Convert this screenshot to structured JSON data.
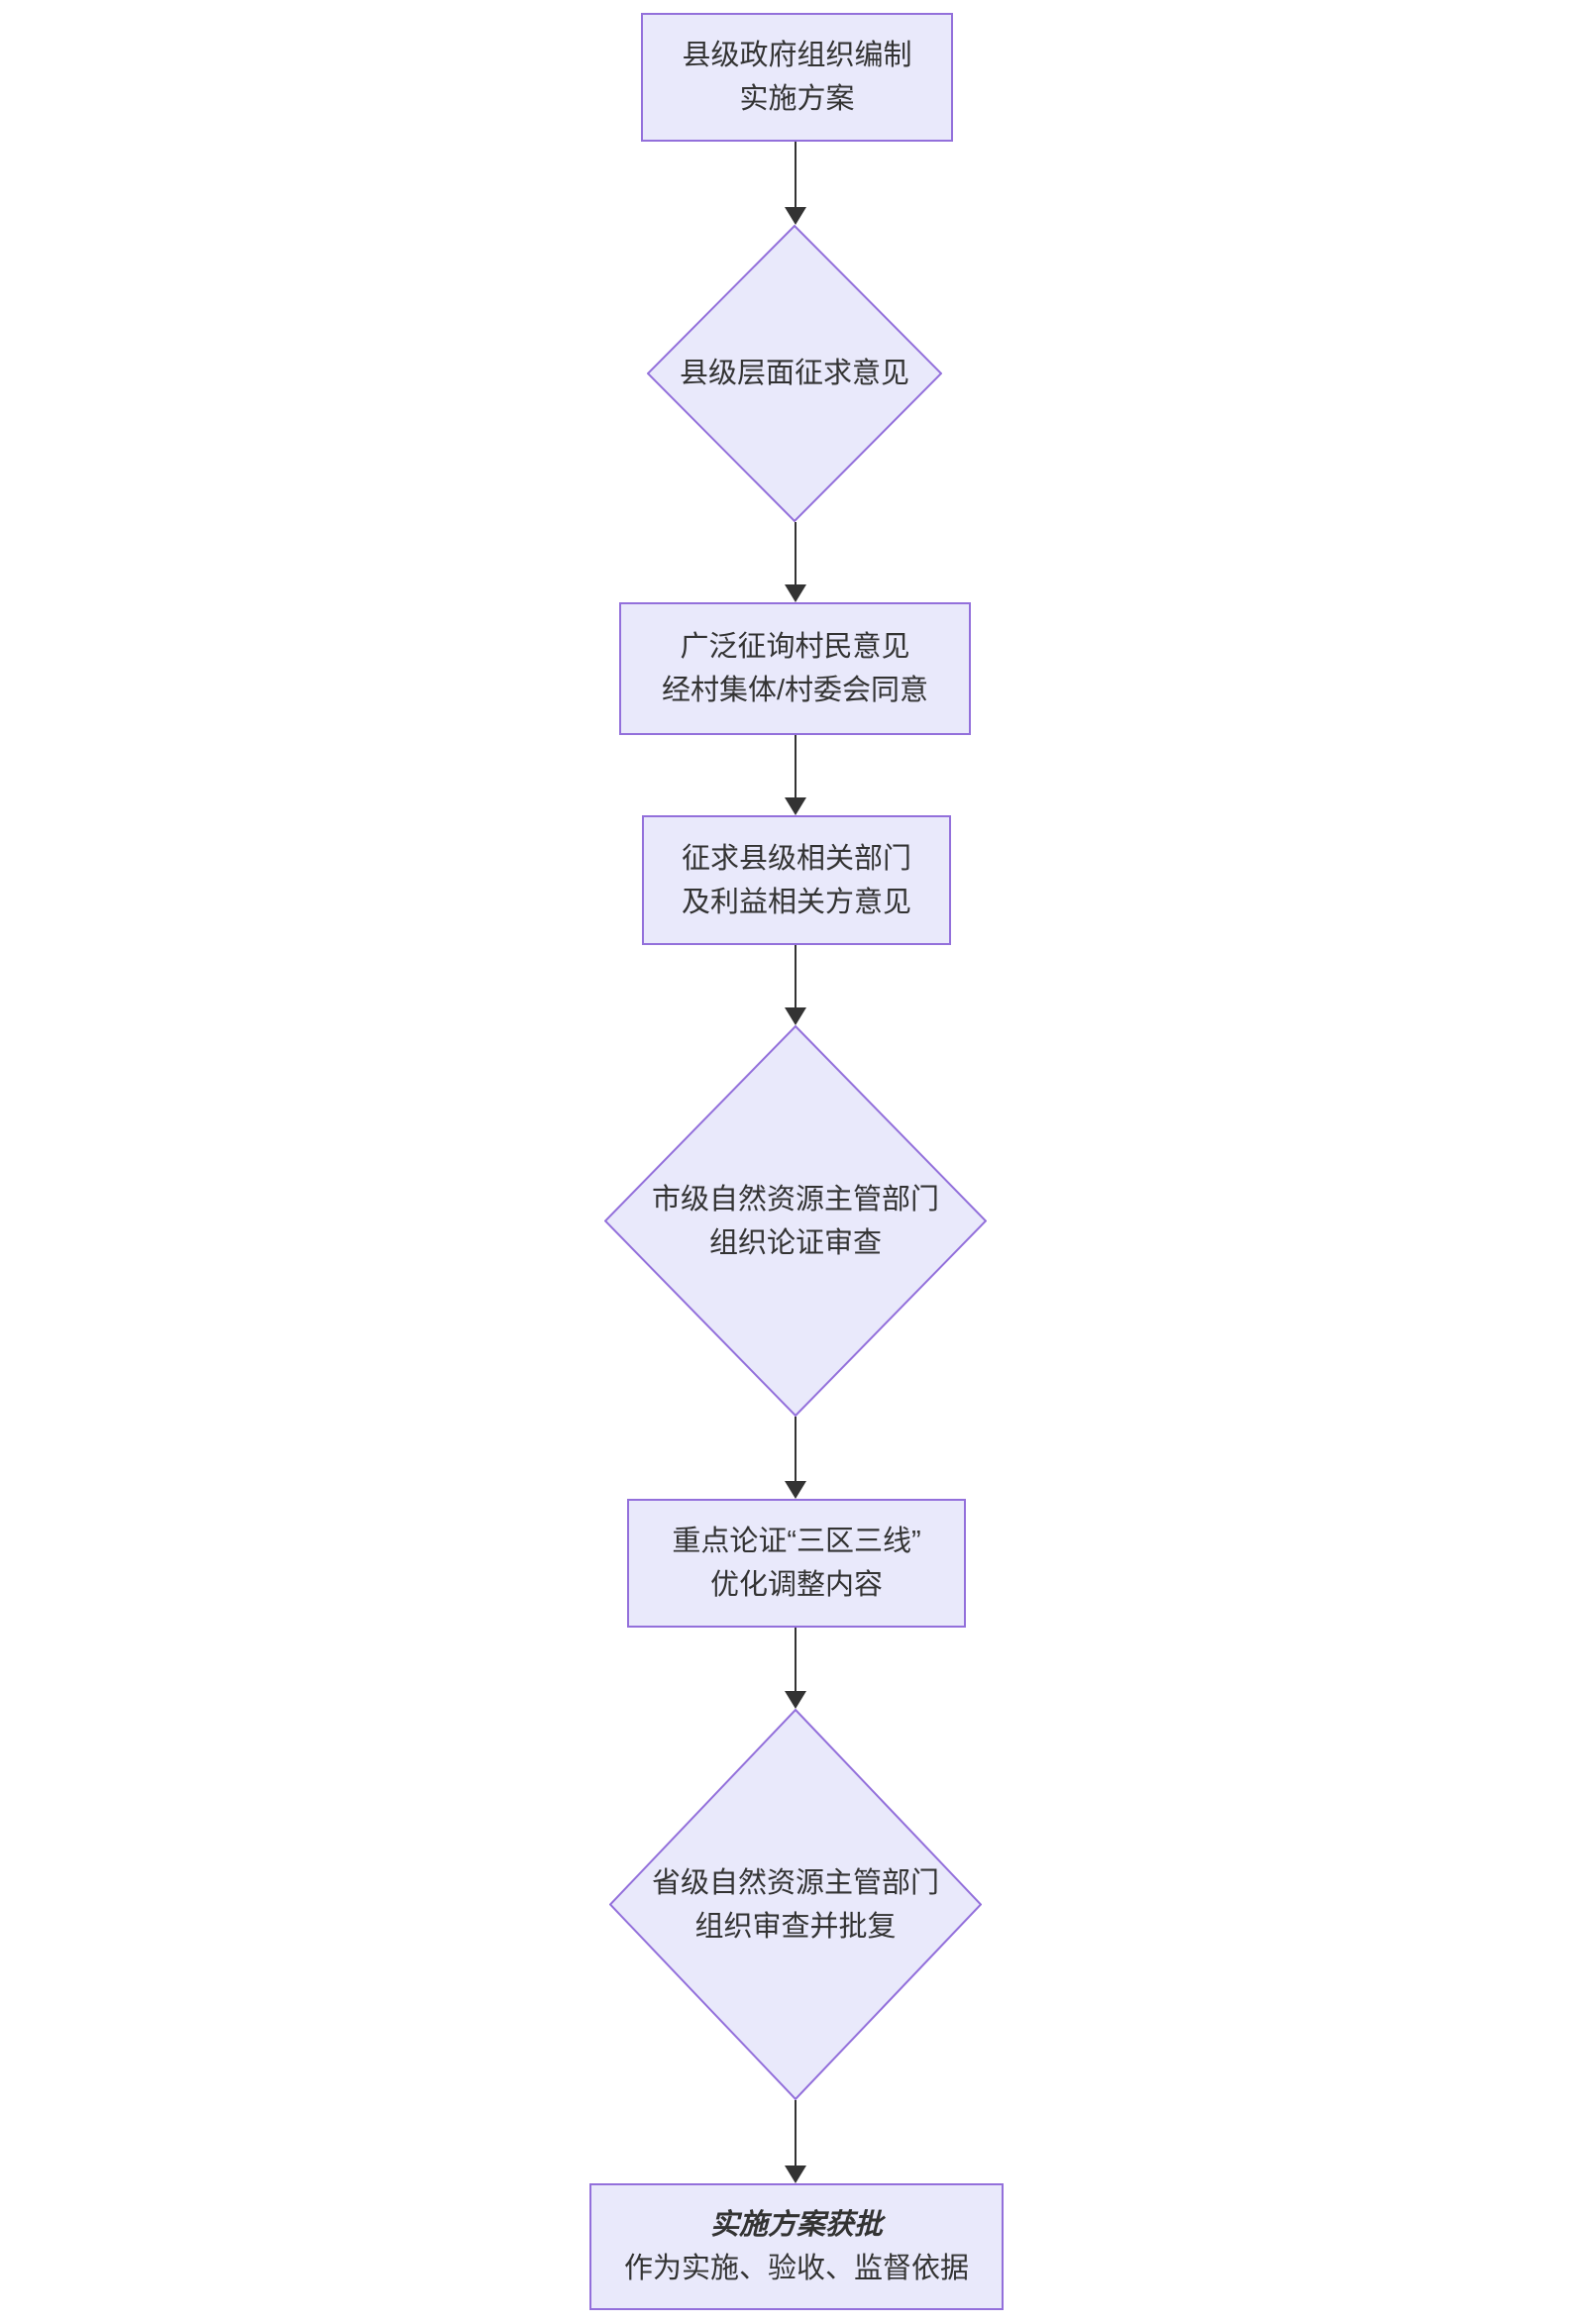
{
  "diagram": {
    "type": "flowchart",
    "direction": "top-down",
    "colors": {
      "node_fill": "#E9E9FB",
      "node_border": "#9370DB",
      "text": "#333333",
      "arrow": "#333333",
      "background": "#FFFFFF"
    },
    "nodes": [
      {
        "id": "county-gov-drafts-plan",
        "shape": "rectangle",
        "lines": [
          "县级政府组织编制",
          "实施方案"
        ]
      },
      {
        "id": "county-level-consultation",
        "shape": "diamond",
        "lines": [
          "县级层面征求意见"
        ]
      },
      {
        "id": "villager-consultation",
        "shape": "rectangle",
        "lines": [
          "广泛征询村民意见",
          "经村集体/村委会同意"
        ]
      },
      {
        "id": "county-departments-opinions",
        "shape": "rectangle",
        "lines": [
          "征求县级相关部门",
          "及利益相关方意见"
        ]
      },
      {
        "id": "city-review",
        "shape": "diamond",
        "lines": [
          "市级自然资源主管部门",
          "组织论证审查"
        ]
      },
      {
        "id": "three-zones-three-lines-review",
        "shape": "rectangle",
        "lines": [
          "重点论证“三区三线”",
          "优化调整内容"
        ]
      },
      {
        "id": "province-review-approval",
        "shape": "diamond",
        "lines": [
          "省级自然资源主管部门",
          "组织审查并批复"
        ]
      },
      {
        "id": "plan-approved",
        "shape": "rectangle",
        "lines": [
          "实施方案获批",
          "作为实施、验收、监督依据"
        ],
        "line1_emphasis": true
      }
    ],
    "edges": [
      {
        "from": "county-gov-drafts-plan",
        "to": "county-level-consultation"
      },
      {
        "from": "county-level-consultation",
        "to": "villager-consultation"
      },
      {
        "from": "villager-consultation",
        "to": "county-departments-opinions"
      },
      {
        "from": "county-departments-opinions",
        "to": "city-review"
      },
      {
        "from": "city-review",
        "to": "three-zones-three-lines-review"
      },
      {
        "from": "three-zones-three-lines-review",
        "to": "province-review-approval"
      },
      {
        "from": "province-review-approval",
        "to": "plan-approved"
      }
    ]
  }
}
